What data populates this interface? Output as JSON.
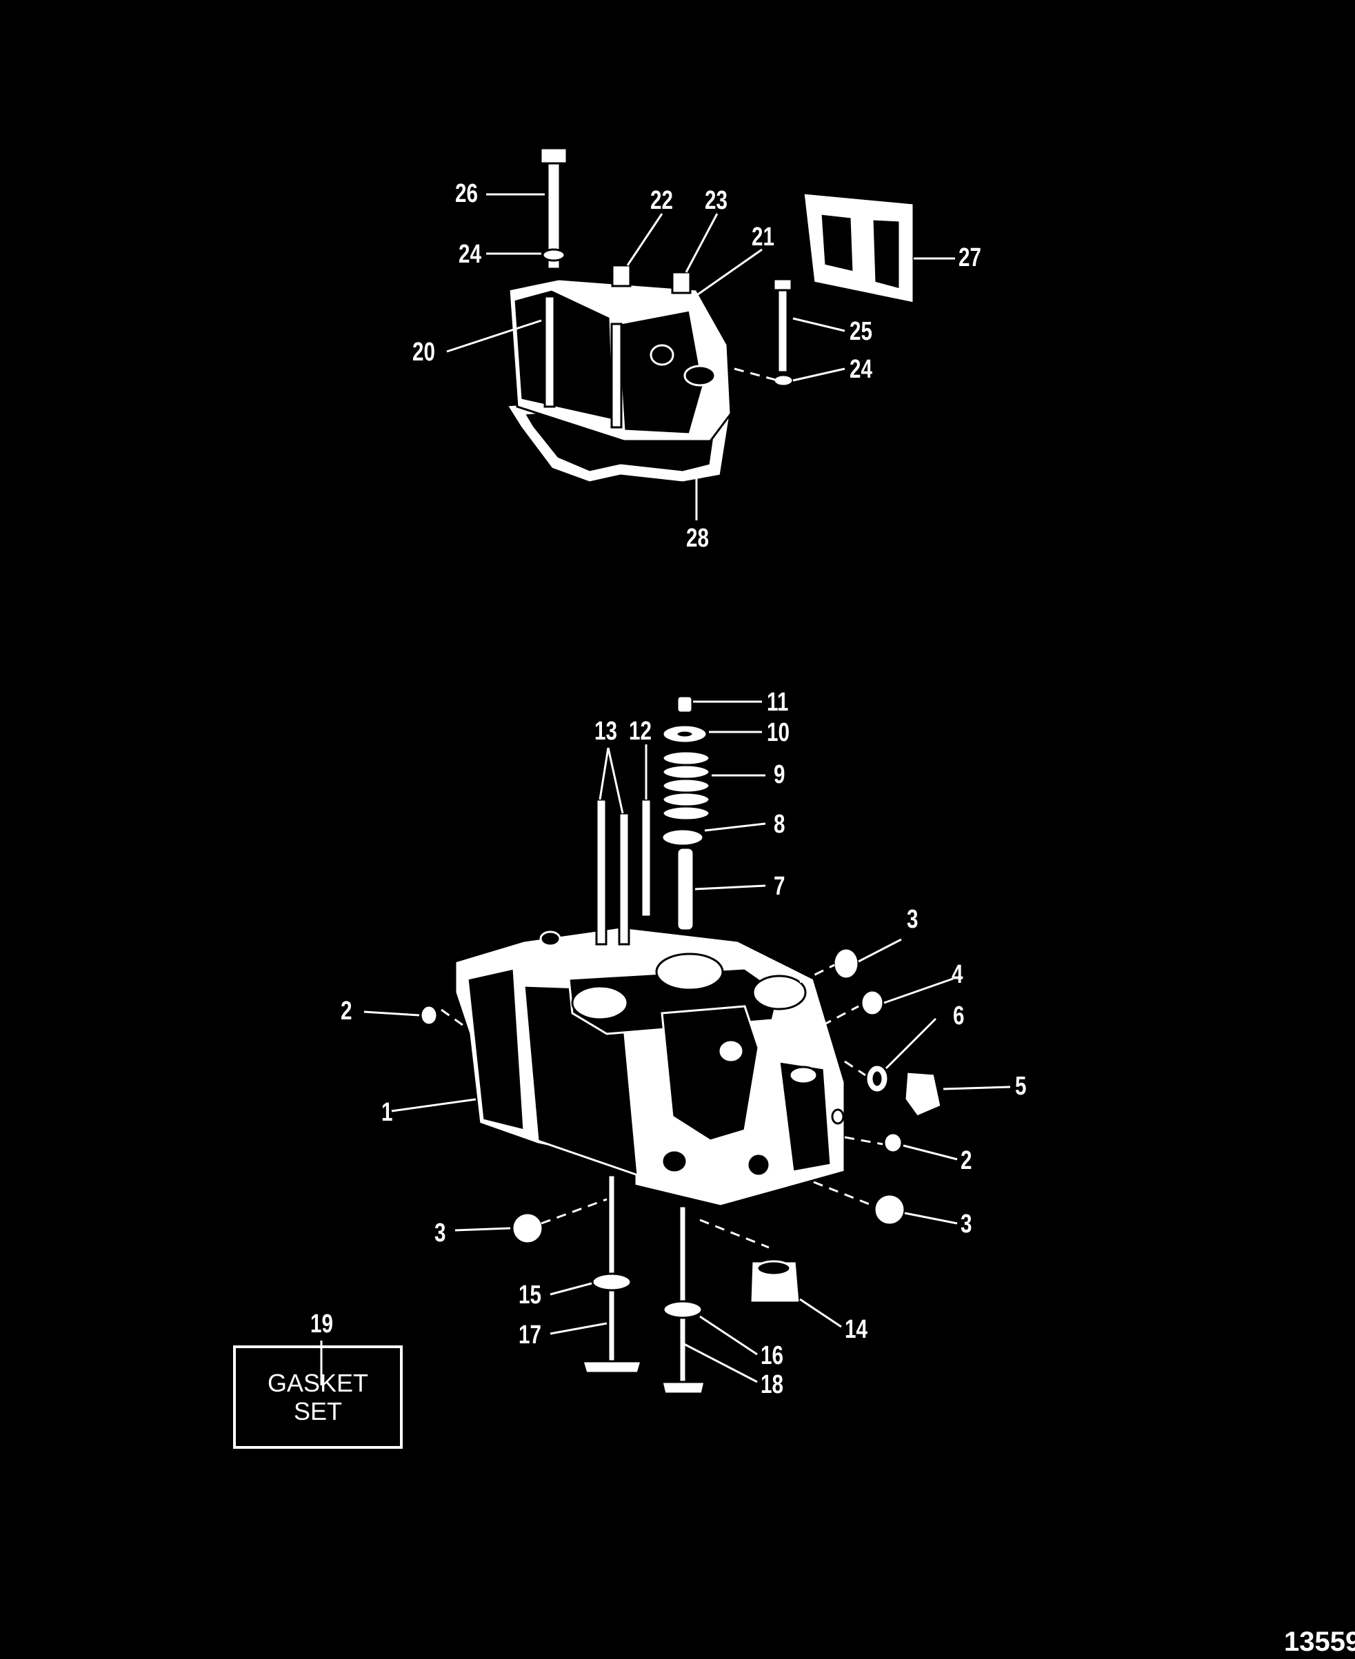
{
  "callouts": {
    "c1": "1",
    "c2a": "2",
    "c2b": "2",
    "c3a": "3",
    "c3b": "3",
    "c3c": "3",
    "c4": "4",
    "c5": "5",
    "c6": "6",
    "c7": "7",
    "c8": "8",
    "c9": "9",
    "c10": "10",
    "c11": "11",
    "c12": "12",
    "c13": "13",
    "c14": "14",
    "c15": "15",
    "c16": "16",
    "c17": "17",
    "c18": "18",
    "c19": "19",
    "c20": "20",
    "c21": "21",
    "c22": "22",
    "c23": "23",
    "c24a": "24",
    "c24b": "24",
    "c25": "25",
    "c26": "26",
    "c27": "27",
    "c28": "28"
  },
  "gasket_set": {
    "line1": "GASKET",
    "line2": "SET"
  },
  "figure_number": "13559"
}
